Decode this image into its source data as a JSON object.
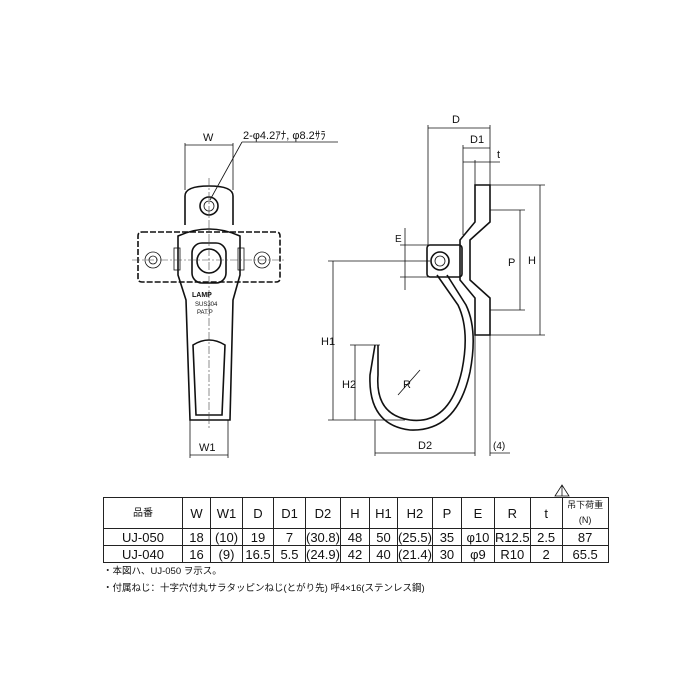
{
  "drawing": {
    "front_view": {
      "dim_w": "W",
      "dim_w1": "W1",
      "hole_callout": "2-φ4.2ｱﾅ, φ8.2ｻﾗ",
      "marking": [
        "LAMP",
        "SUS304",
        "PAT.P"
      ]
    },
    "side_view": {
      "dims": {
        "d": "D",
        "d1": "D1",
        "t": "t",
        "e": "E",
        "p": "P",
        "h": "H",
        "h1": "H1",
        "h2": "H2",
        "r": "R",
        "d2": "D2",
        "gap": "(4)"
      }
    }
  },
  "table": {
    "headers": [
      "品番",
      "W",
      "W1",
      "D",
      "D1",
      "D2",
      "H",
      "H1",
      "H2",
      "P",
      "E",
      "R",
      "t",
      "吊下荷重(N)"
    ],
    "rows": [
      [
        "UJ-050",
        "18",
        "(10)",
        "19",
        "7",
        "(30.8)",
        "48",
        "50",
        "(25.5)",
        "35",
        "φ10",
        "R12.5",
        "2.5",
        "87"
      ],
      [
        "UJ-040",
        "16",
        "(9)",
        "16.5",
        "5.5",
        "(24.9)",
        "42",
        "40",
        "(21.4)",
        "30",
        "φ9",
        "R10",
        "2",
        "65.5"
      ]
    ]
  },
  "notes": [
    "・本図ハ、UJ-050 ヲ示ス。",
    "・付属ねじ：十字穴付丸サラタッピンねじ(とがり先) 呼4×16(ステンレス鋼)"
  ]
}
